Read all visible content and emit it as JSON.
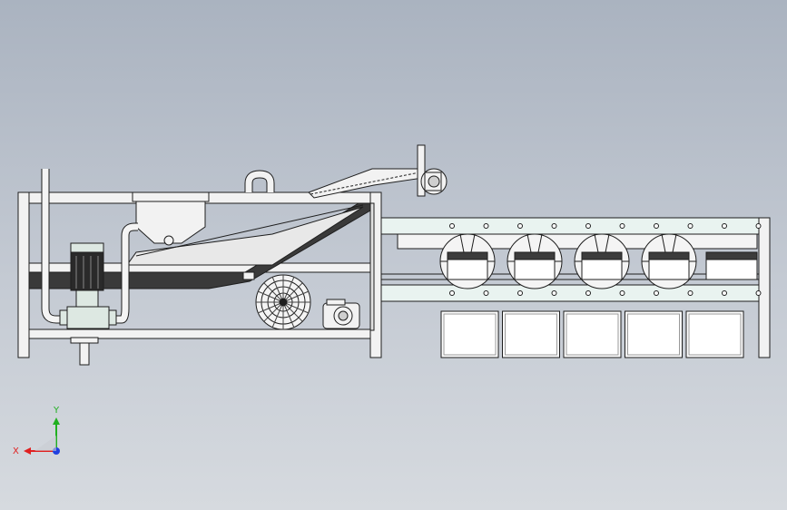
{
  "viewport": {
    "background_top": "#aab3c0",
    "background_bottom": "#d6dadf"
  },
  "colors": {
    "line": "#1e1e1e",
    "frame_fill": "#f2f2f2",
    "conveyor_fill": "#e9f3f0",
    "belt_fill": "#3c3c3c",
    "pump_body": "#2a2a2a",
    "axis_x": "#e02020",
    "axis_y": "#20b020",
    "axis_z": "#2040e0"
  },
  "triad": {
    "x_label": "X",
    "y_label": "Y"
  },
  "parts": {
    "machine_frame": "machine-frame",
    "water_tank": "water-tank",
    "feed_hopper": "feed-hopper",
    "inclined_conveyor": "inclined-conveyor",
    "vertical_pump": "vertical-pump",
    "air_blower": "air-blower",
    "gear_motor": "gear-motor",
    "roller_drum_count": 4,
    "drum_basket_count": 5,
    "bottom_bin_count": 5
  }
}
